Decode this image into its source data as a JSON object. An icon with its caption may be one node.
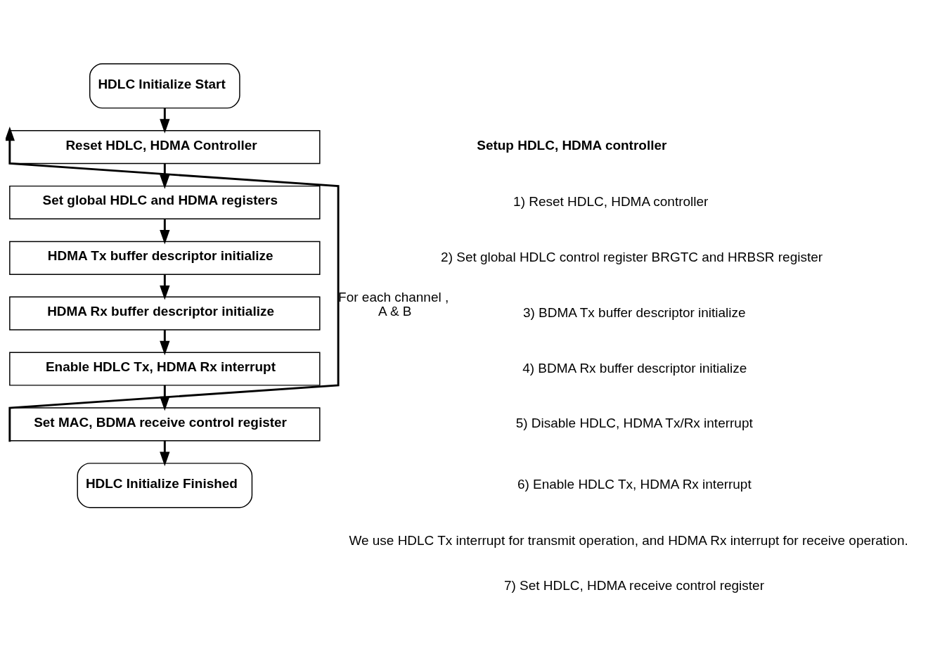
{
  "diagram": {
    "nodes": [
      {
        "text": [
          "HDLC Initialize Start"
        ]
      },
      {
        "text": [
          "Reset HDLC, HDMA Controller"
        ]
      },
      {
        "text": [
          "Set global HDLC and HDMA registers"
        ]
      },
      {
        "text": [
          "HDMA Tx buffer descriptor initialize"
        ]
      },
      {
        "text": [
          "HDMA Rx buffer descriptor initialize"
        ]
      },
      {
        "text": [
          "Enable HDLC Tx, HDMA Rx interrupt"
        ]
      },
      {
        "text": [
          "Set MAC, BDMA receive control register"
        ]
      },
      {
        "text": [
          "HDLC Initialize Finished"
        ]
      }
    ],
    "edges": [
      {
        "from": 0,
        "to": 1,
        "arrow": "to"
      },
      {
        "from": 1,
        "to": 2,
        "arrow": "to"
      },
      {
        "from": 2,
        "to": 3,
        "arrow": "to"
      },
      {
        "from": 3,
        "to": 4,
        "arrow": "to"
      },
      {
        "from": 4,
        "to": 5,
        "arrow": "to"
      },
      {
        "from": 5,
        "to": 6,
        "arrow": "to"
      },
      {
        "from": 6,
        "to": 7,
        "arrow": "to"
      },
      {
        "from": 6,
        "to": 1,
        "arrow": "to",
        "label": "For each channel , A & B"
      }
    ],
    "labels": [
      "Setup HDLC, HDMA controller",
      "1) Reset HDLC, HDMA controller",
      "2) Set global HDLC control register BRGTC and HRBSR register",
      "3) BDMA Tx buffer descriptor initialize",
      "4) BDMA Rx buffer descriptor initialize",
      "5) Disable HDLC, HDMA Tx/Rx interrupt",
      "6) Enable HDLC Tx, HDMA Rx interrupt",
      "We use HDLC Tx interrupt for transmit operation, and HDMA Rx interrupt for receive operation.",
      "7) Set HDLC, HDMA receive control register"
    ]
  }
}
